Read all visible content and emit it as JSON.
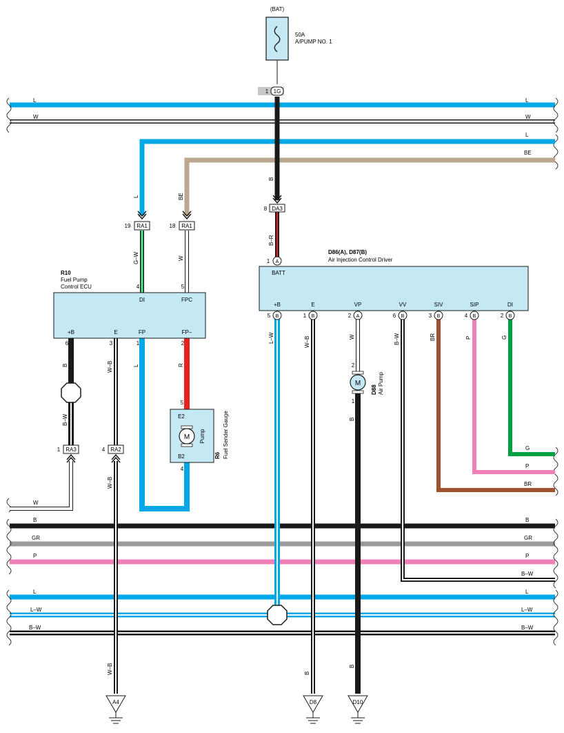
{
  "fuse": {
    "source": "(BAT)",
    "rating": "50A",
    "name": "A/PUMP NO. 1"
  },
  "colors": {
    "L": "#00a8e8",
    "W": "#ffffff",
    "B": "#1a1a1a",
    "BE": "#bba88f",
    "G": "#00a040",
    "R": "#e82020",
    "P": "#f080b8",
    "BR": "#a0522d",
    "GR": "#9b9b9b",
    "box": "#c5e8f5",
    "gray_tab": "#c8c8c8"
  },
  "bus_wires": [
    {
      "code": "L",
      "left": "L",
      "right": "L"
    },
    {
      "code": "W",
      "left": "W",
      "right": "W"
    },
    {
      "code": "L",
      "left": "",
      "right": "L"
    },
    {
      "code": "BE",
      "left": "",
      "right": "BE"
    },
    {
      "code": "G",
      "left": "",
      "right": "G"
    },
    {
      "code": "P",
      "left": "",
      "right": "P"
    },
    {
      "code": "BR",
      "left": "",
      "right": "BR"
    },
    {
      "code": "W",
      "left": "W",
      "right": ""
    },
    {
      "code": "B",
      "left": "B",
      "right": "B"
    },
    {
      "code": "GR",
      "left": "GR",
      "right": "GR"
    },
    {
      "code": "P",
      "left": "P",
      "right": "P"
    },
    {
      "code": "B-W",
      "left": "",
      "right": "B–W"
    },
    {
      "code": "L",
      "left": "L",
      "right": "L"
    },
    {
      "code": "L-W",
      "left": "L–W",
      "right": "L–W"
    },
    {
      "code": "B-W",
      "left": "B–W",
      "right": "B–W"
    }
  ],
  "wire_labels": [
    {
      "text": "B"
    },
    {
      "text": "B–R"
    },
    {
      "text": "L"
    },
    {
      "text": "BE"
    },
    {
      "text": "G–W"
    },
    {
      "text": "W"
    },
    {
      "text": "B"
    },
    {
      "text": "B–W"
    },
    {
      "text": "W–B"
    },
    {
      "text": "L"
    },
    {
      "text": "R"
    },
    {
      "text": "W–B"
    },
    {
      "text": "L–W"
    },
    {
      "text": "W–B"
    },
    {
      "text": "W"
    },
    {
      "text": "B"
    },
    {
      "text": "B–W"
    },
    {
      "text": "BR"
    },
    {
      "text": "P"
    },
    {
      "text": "G"
    },
    {
      "text": "W–B"
    },
    {
      "text": "B"
    }
  ],
  "connectors": [
    {
      "id": "1G",
      "pin": "1"
    },
    {
      "id": "DA3",
      "pin": "8"
    },
    {
      "id": "RA1",
      "pin": "19"
    },
    {
      "id": "RA1",
      "pin": "18"
    },
    {
      "id": "RA3",
      "pin": "1"
    },
    {
      "id": "RA2",
      "pin": "4"
    }
  ],
  "ecu": {
    "code": "R10",
    "name_line1": "Fuel Pump",
    "name_line2": "Control ECU",
    "top_terminals": [
      {
        "name": "DI",
        "pin": "4"
      },
      {
        "name": "FPC",
        "pin": "5"
      }
    ],
    "bottom_terminals": [
      {
        "name": "+B",
        "pin": "6"
      },
      {
        "name": "E",
        "pin": "3"
      },
      {
        "name": "FP",
        "pin": "1"
      },
      {
        "name": "FP–",
        "pin": "2"
      }
    ]
  },
  "driver": {
    "code": "D86(A), D87(B)",
    "name": "Air Injection Control Driver",
    "top_terminal": {
      "name": "BATT",
      "pin": "1",
      "conn": "A"
    },
    "bottom_terminals": [
      {
        "name": "+B",
        "pin": "5",
        "conn": "B"
      },
      {
        "name": "E",
        "pin": "1",
        "conn": "B"
      },
      {
        "name": "VP",
        "pin": "2",
        "conn": "A"
      },
      {
        "name": "VV",
        "pin": "6",
        "conn": "B"
      },
      {
        "name": "SIV",
        "pin": "3",
        "conn": "B"
      },
      {
        "name": "SIP",
        "pin": "4",
        "conn": "B"
      },
      {
        "name": "DI",
        "pin": "2",
        "conn": "B"
      }
    ]
  },
  "air_pump": {
    "code": "D88",
    "name": "Air Pump",
    "symbol": "M",
    "pin_top": "2",
    "pin_bottom": "1"
  },
  "gauge": {
    "code": "R6",
    "name": "Fuel Sender Gauge",
    "sub": "Pump",
    "symbol": "M",
    "term_top": "E2",
    "term_bottom": "B2",
    "pin_top": "5",
    "pin_bottom": "4"
  },
  "grounds": [
    {
      "id": "A4"
    },
    {
      "id": "D8"
    },
    {
      "id": "D10"
    }
  ]
}
